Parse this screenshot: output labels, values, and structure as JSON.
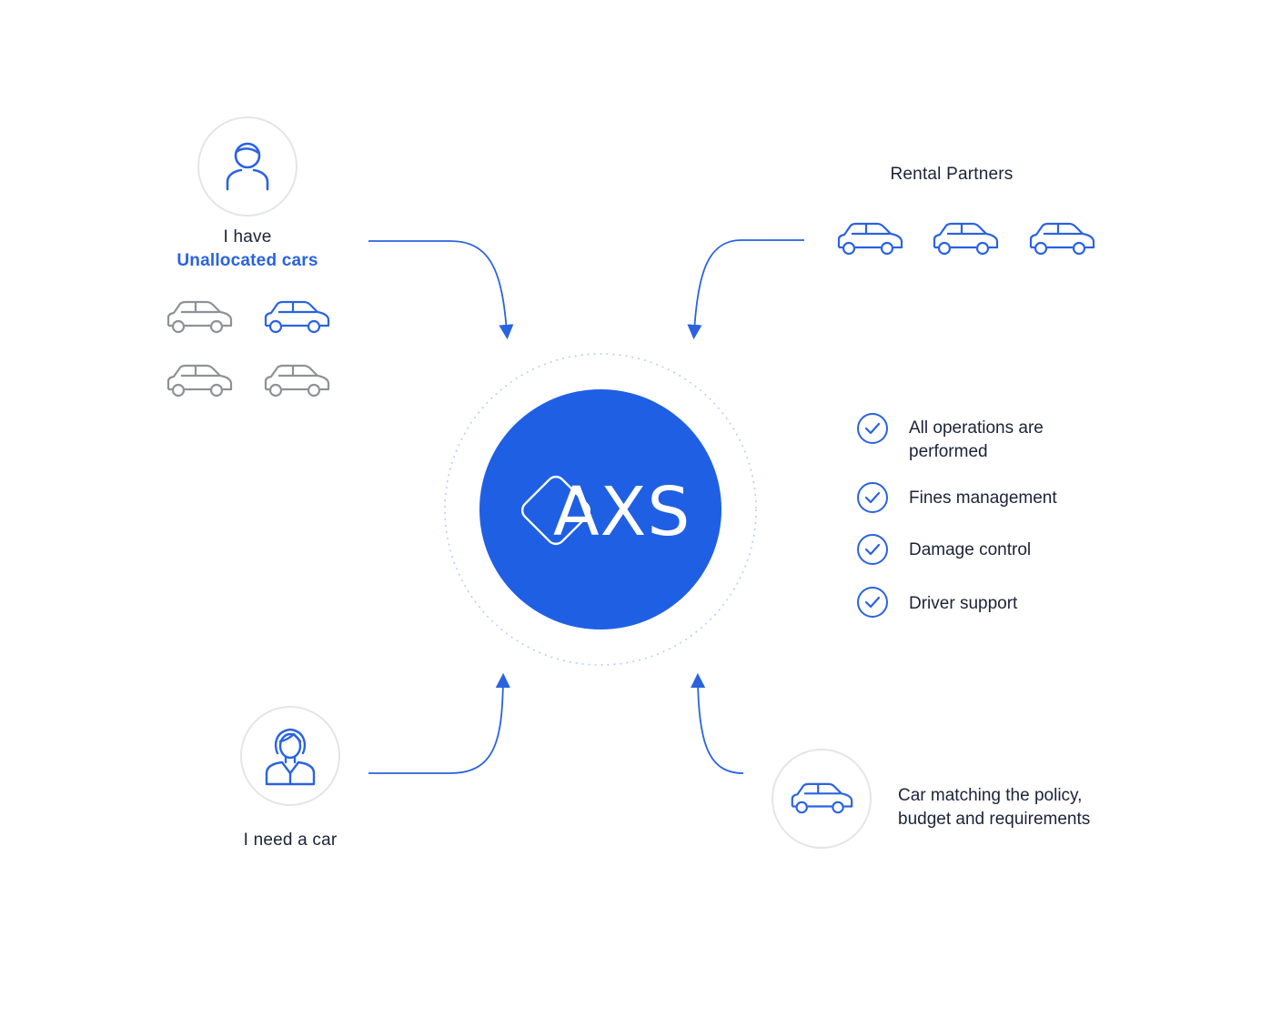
{
  "owner": {
    "line1": "I have",
    "line2": "Unallocated cars",
    "icon": "person-icon",
    "cars": [
      {
        "icon": "car-icon",
        "color": "#8e9196"
      },
      {
        "icon": "car-icon",
        "color": "#2a63e0"
      },
      {
        "icon": "car-icon",
        "color": "#8e9196"
      },
      {
        "icon": "car-icon",
        "color": "#8e9196"
      }
    ]
  },
  "rental": {
    "title": "Rental Partners",
    "cars": [
      {
        "icon": "car-icon",
        "color": "#2a63e0"
      },
      {
        "icon": "car-icon",
        "color": "#2a63e0"
      },
      {
        "icon": "car-icon",
        "color": "#2a63e0"
      }
    ]
  },
  "hub": {
    "logo_text": "AXS",
    "color": "#1f5fe4"
  },
  "features": [
    {
      "line1": "All operations are",
      "line2": "performed"
    },
    {
      "line1": "Fines management",
      "line2": ""
    },
    {
      "line1": "Damage control",
      "line2": ""
    },
    {
      "line1": "Driver support",
      "line2": ""
    }
  ],
  "seeker": {
    "label": "I need a car",
    "icon": "woman-icon"
  },
  "match": {
    "line1": "Car matching the policy,",
    "line2": "budget and requirements",
    "icon": "car-icon"
  },
  "colors": {
    "accent": "#2a63e0",
    "text": "#1c2338",
    "muted": "#8e9196"
  }
}
